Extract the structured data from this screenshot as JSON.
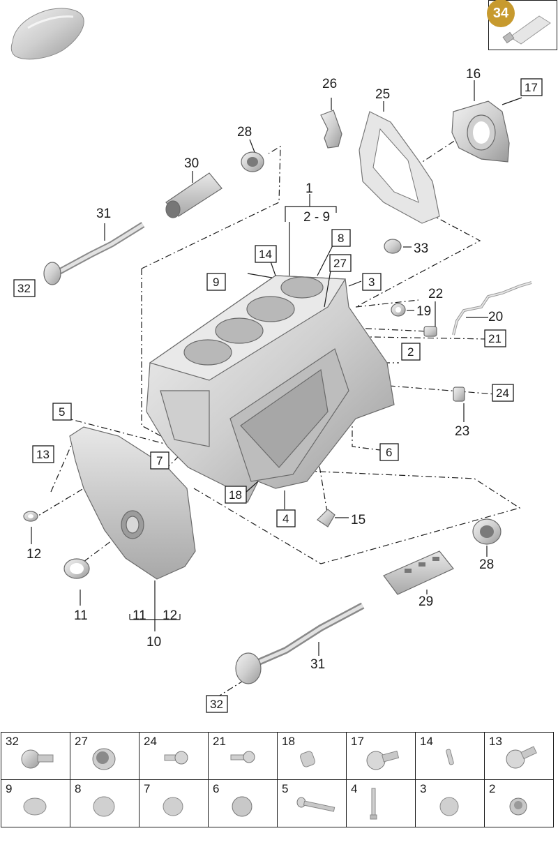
{
  "callouts": {
    "c1": "1",
    "c2_9": "2 - 9",
    "c2": "2",
    "c3": "3",
    "c4": "4",
    "c5": "5",
    "c6": "6",
    "c7": "7",
    "c8": "8",
    "c9": "9",
    "c10": "10",
    "c11a": "11",
    "c11b": "11",
    "c12a": "12",
    "c12b": "12",
    "c13": "13",
    "c14": "14",
    "c15": "15",
    "c16": "16",
    "c17": "17",
    "c18": "18",
    "c19": "19",
    "c20": "20",
    "c21": "21",
    "c22": "22",
    "c23": "23",
    "c24": "24",
    "c25": "25",
    "c26": "26",
    "c27": "27",
    "c28a": "28",
    "c28b": "28",
    "c29": "29",
    "c30": "30",
    "c31a": "31",
    "c31b": "31",
    "c32a": "32",
    "c32b": "32",
    "c33": "33"
  },
  "gel_badge": "34",
  "parts_table": {
    "row1": [
      "32",
      "27",
      "24",
      "21",
      "18",
      "17",
      "14",
      "13"
    ],
    "row2": [
      "9",
      "8",
      "7",
      "6",
      "5",
      "4",
      "3",
      "2"
    ]
  },
  "colors": {
    "badge": "#c79a2e",
    "line": "#1a1a1a",
    "metal": "#d9d9d9",
    "metal_dark": "#9a9a9a"
  }
}
